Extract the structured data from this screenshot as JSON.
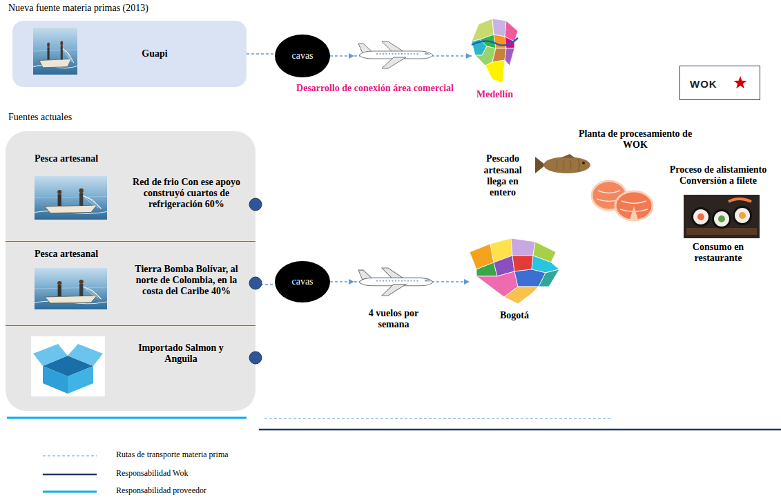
{
  "diagram": {
    "nodes": [
      {
        "text": [
          "Nueva fuente materia primas (2013)",
          "Guapi"
        ]
      },
      {
        "text": [
          "cavas"
        ]
      },
      {
        "text": [
          "Medellín"
        ]
      },
      {
        "text": [
          "WOK"
        ]
      },
      {
        "text": [
          "Fuentes actuales"
        ]
      },
      {
        "text": [
          "Pesca artesanal",
          "Red de frio Con ese apoyo construyó cuartos de refrigeración 60%"
        ],
        "in": 4
      },
      {
        "text": [
          "Pesca artesanal",
          "Tierra Bomba Bolívar, al norte de Colombia, en la costa del Caribe 40%"
        ],
        "in": 4
      },
      {
        "text": [
          "Importado Salmon y Anguila"
        ],
        "in": 4
      },
      {
        "text": [
          "cavas"
        ]
      },
      {
        "text": [
          "Bogotá"
        ]
      }
    ],
    "edges": [
      {
        "from": 0,
        "to": 1,
        "arrow": "none"
      },
      {
        "from": 1,
        "to": 2,
        "arrow": "to"
      },
      {
        "from": 6,
        "to": 8,
        "arrow": "none"
      },
      {
        "from": 8,
        "to": 9,
        "arrow": "to"
      }
    ],
    "labels": [
      "Desarrollo de conexión área comercial",
      "4 vuelos por semana",
      "Planta de procesamiento de WOK",
      "Pescado artesanal llega en entero",
      "Proceso de alistamiento Conversión a filete",
      "Consumo en restaurante"
    ],
    "legend": [
      {
        "text": "Rutas de transporte materia prima"
      },
      {
        "text": "Responsabilidad Wok"
      },
      {
        "text": "Responsabilidad proveedor"
      }
    ]
  }
}
